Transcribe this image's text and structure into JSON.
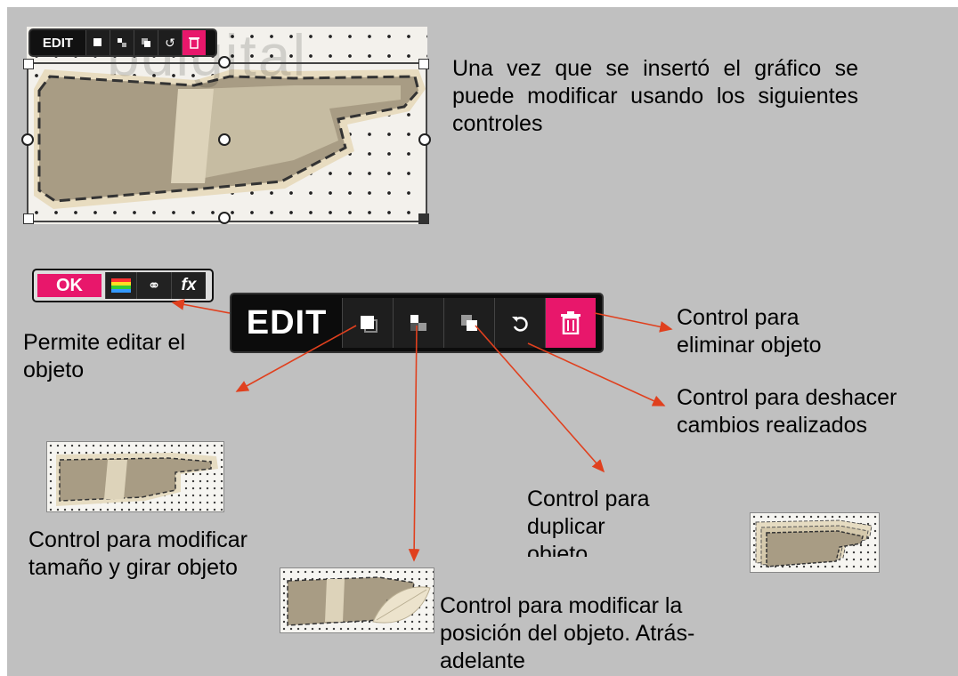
{
  "intro_text": "Una vez que se insertó el gráfico se puede modificar usando los siguientes controles",
  "watermark": "bdigital",
  "small_toolbar": {
    "edit_label": "EDIT"
  },
  "main_toolbar": {
    "edit_label": "EDIT"
  },
  "ok_bar": {
    "ok_label": "OK",
    "fx_label": "fx"
  },
  "labels": {
    "edit_object": "Permite editar el objeto",
    "delete": "Control para eliminar objeto",
    "undo": "Control para deshacer cambios realizados",
    "duplicate": "Control para duplicar",
    "duplicate_cut": "objeto",
    "resize": "Control para modificar tamaño y girar objeto",
    "position": "Control para modificar la posición del objeto. Atrás-adelante"
  },
  "colors": {
    "accent": "#e8176b",
    "arrow": "#e0401e",
    "toolbar": "#111111",
    "background": "#c0c0c0"
  },
  "icons": [
    "resize-icon",
    "layer-order-icon",
    "duplicate-icon",
    "undo-icon",
    "trash-icon",
    "color-palette-icon",
    "link-icon"
  ]
}
